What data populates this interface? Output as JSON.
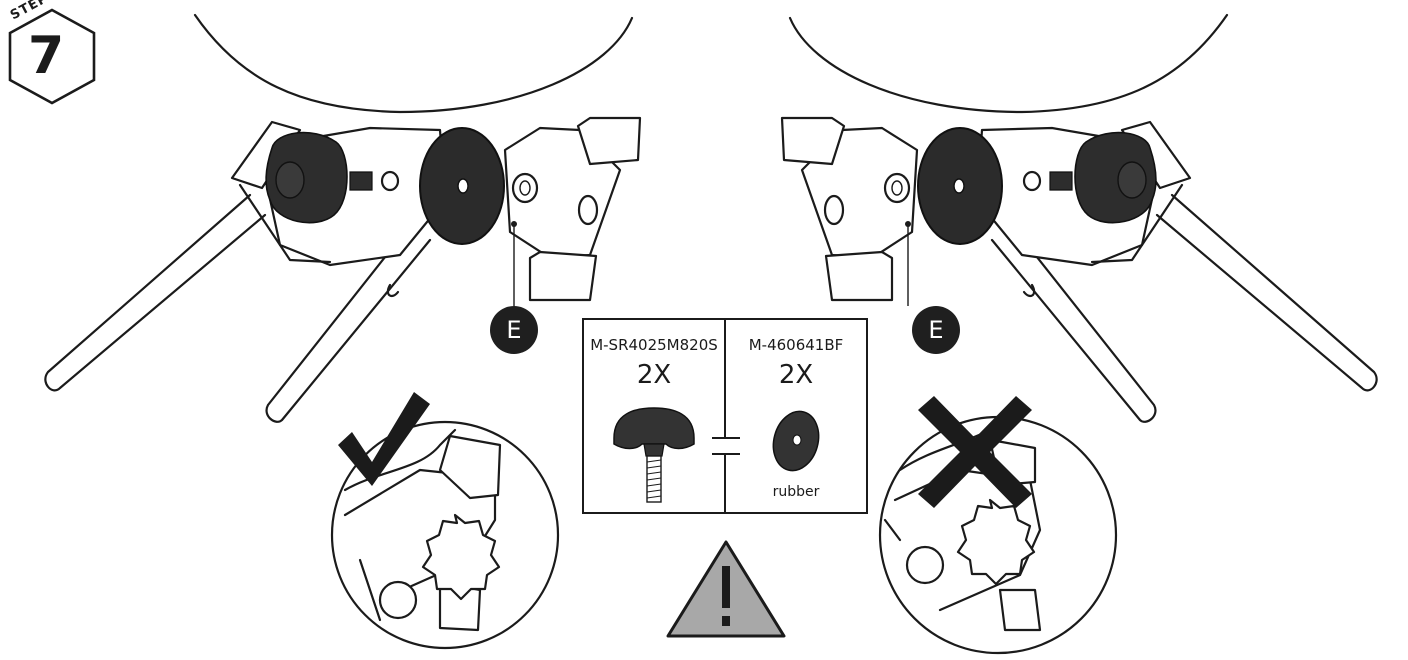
{
  "step": {
    "label": "STEP",
    "number": "7"
  },
  "callouts": {
    "left": "E",
    "right": "E"
  },
  "parts": [
    {
      "code": "M-SR4025M820S",
      "qty": "2X",
      "note": "",
      "icon": "knob-bolt-icon"
    },
    {
      "code": "M-460641BF",
      "qty": "2X",
      "note": "rubber",
      "icon": "rubber-washer-icon"
    }
  ],
  "indicators": {
    "correct": "checkmark-icon",
    "incorrect": "cross-icon",
    "warning": "warning-triangle-icon"
  },
  "colors": {
    "ink": "#1b1b1b",
    "part_fill": "#2d2d2d",
    "warning_fill": "#a8a8a8"
  }
}
